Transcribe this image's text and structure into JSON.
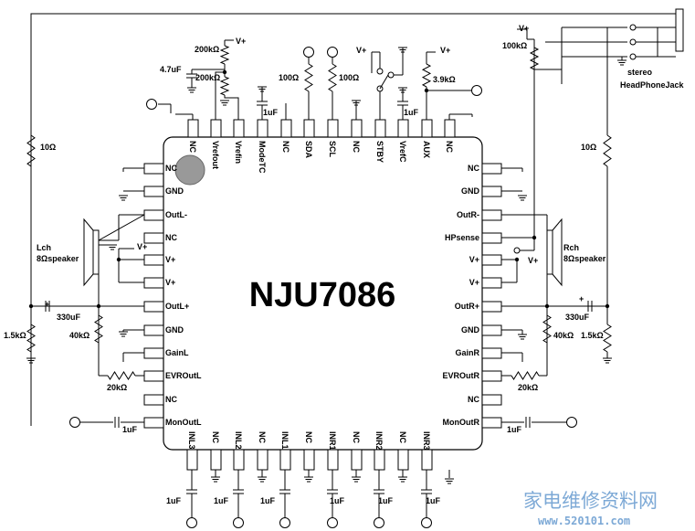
{
  "chip": {
    "name": "NJU7086"
  },
  "pins": {
    "top": [
      "NC",
      "Vrefout",
      "Vrefin",
      "ModeTC",
      "NC",
      "SDA",
      "SCL",
      "NC",
      "STBY",
      "VrefC",
      "AUX",
      "NC"
    ],
    "left": [
      "NC",
      "GND",
      "OutL-",
      "NC",
      "V+",
      "V+",
      "OutL+",
      "GND",
      "GainL",
      "EVROutL",
      "NC",
      "MonOutL"
    ],
    "right": [
      "NC",
      "GND",
      "OutR-",
      "HPsense",
      "V+",
      "V+",
      "OutR+",
      "GND",
      "GainR",
      "EVROutR",
      "NC",
      "MonOutR"
    ],
    "bottom": [
      "INL3",
      "NC",
      "INL2",
      "NC",
      "INL1",
      "NC",
      "INR1",
      "NC",
      "INR2",
      "NC",
      "INR3"
    ]
  },
  "labels": {
    "vplus": "V+",
    "r200k_top": "200kΩ",
    "r200k_bot": "200kΩ",
    "c47u": "4.7uF",
    "c1u": "1uF",
    "r100_1": "100Ω",
    "r100_2": "100Ω",
    "r39k": "3.9kΩ",
    "r100k": "100kΩ",
    "r10_l": "10Ω",
    "r10_r": "10Ω",
    "r15k_l": "1.5kΩ",
    "r15k_r": "1.5kΩ",
    "c330_l": "330uF",
    "c330_r": "330uF",
    "r40k_l": "40kΩ",
    "r40k_r": "40kΩ",
    "r20k_l": "20kΩ",
    "r20k_r": "20kΩ",
    "lch1": "Lch",
    "lch2": "8Ωspeaker",
    "rch1": "Rch",
    "rch2": "8Ωspeaker",
    "jack1": "stereo",
    "jack2": "HeadPhoneJack",
    "plus": "+"
  },
  "watermark": {
    "chinese": "家电维修资料网",
    "url": "www.520101.com"
  }
}
